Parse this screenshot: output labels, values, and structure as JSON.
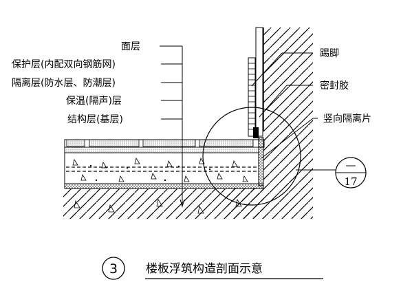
{
  "layers": [
    {
      "label": "面层"
    },
    {
      "label": "保护层(内配双向钢筋网)"
    },
    {
      "label": "隔离层(防水层、防潮层)"
    },
    {
      "label": "保温(隔声)层"
    },
    {
      "label": "结构层(基层)"
    }
  ],
  "right_labels": [
    {
      "label": "踢脚"
    },
    {
      "label": "密封胶"
    },
    {
      "label": "竖向隔离片"
    }
  ],
  "detail_ref": {
    "top": "—",
    "bottom": "17"
  },
  "caption": {
    "number": "3",
    "title": "楼板浮筑构造剖面示意"
  }
}
